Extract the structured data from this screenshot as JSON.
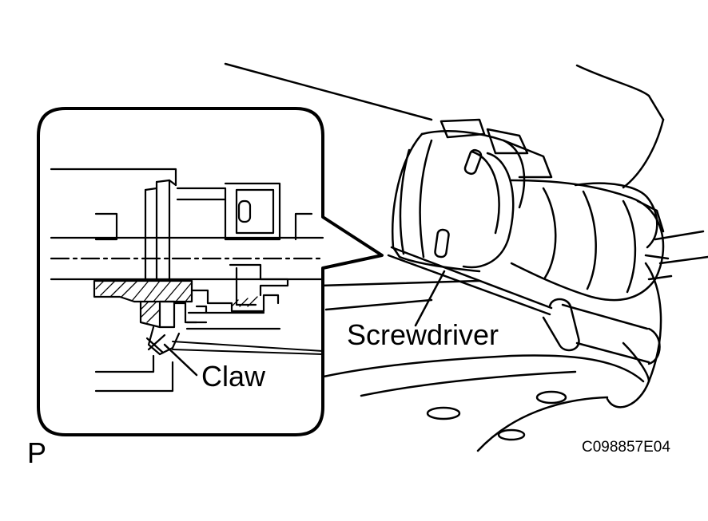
{
  "labels": {
    "screwdriver": "Screwdriver",
    "claw": "Claw",
    "view_letter": "P",
    "figure_code": "C098857E04"
  },
  "colors": {
    "ink": "#000000",
    "paper": "#ffffff"
  }
}
